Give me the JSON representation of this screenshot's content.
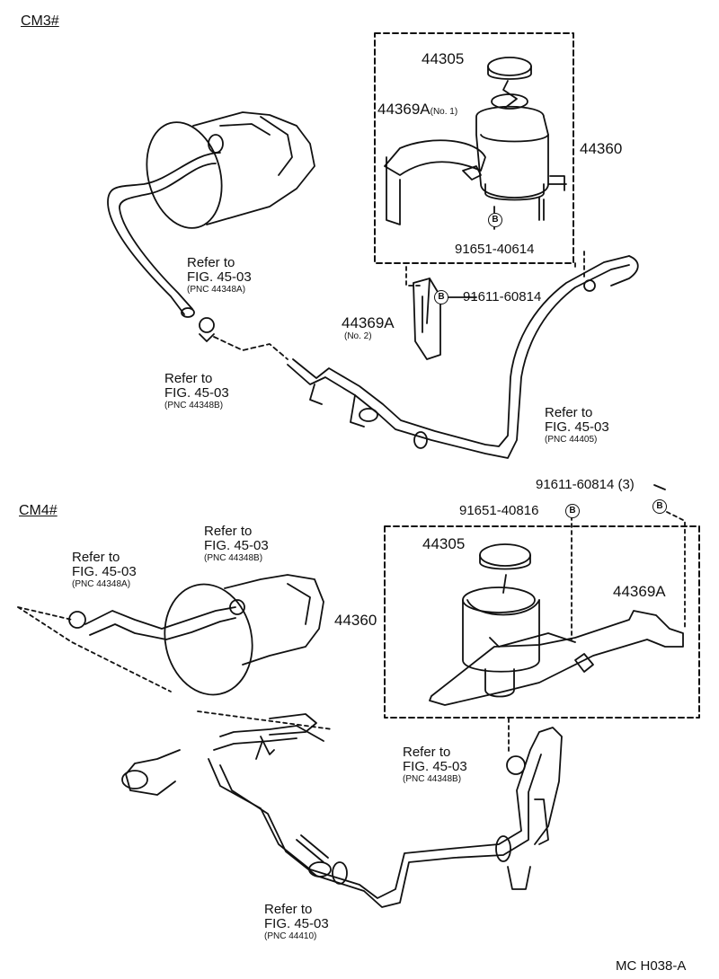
{
  "sections": {
    "cm3": "CM3#",
    "cm4": "CM4#"
  },
  "cm3": {
    "cap": "44305",
    "bracket_no1": "44369A",
    "bracket_no1_note": "(No. 1)",
    "reservoir": "44360",
    "bolt_mark": "B",
    "bolt": "91651-40614",
    "bracket_no2": "44369A",
    "bracket_no2_note": "(No. 2)",
    "bolt2": "91611-60814",
    "ref_hose_a": {
      "line1": "Refer to",
      "line2": "FIG. 45-03",
      "line3": "(PNC 44348A)"
    },
    "ref_hose_b": {
      "line1": "Refer to",
      "line2": "FIG. 45-03",
      "line3": "(PNC 44348B)"
    },
    "ref_pressure": {
      "line1": "Refer to",
      "line2": "FIG. 45-03",
      "line3": "(PNC 44405)"
    }
  },
  "cm4": {
    "bolt_top": "91611-60814 (3)",
    "bolt_mid": "91651-40816",
    "bolt_mark": "B",
    "cap": "44305",
    "bracket": "44369A",
    "reservoir": "44360",
    "ref_hose_a": {
      "line1": "Refer to",
      "line2": "FIG. 45-03",
      "line3": "(PNC 44348A)"
    },
    "ref_hose_b_top": {
      "line1": "Refer to",
      "line2": "FIG. 45-03",
      "line3": "(PNC 44348B)"
    },
    "ref_hose_b_right": {
      "line1": "Refer to",
      "line2": "FIG. 45-03",
      "line3": "(PNC 44348B)"
    },
    "ref_pressure": {
      "line1": "Refer to",
      "line2": "FIG. 45-03",
      "line3": "(PNC 44410)"
    }
  },
  "footer_code": "MC  H038-A"
}
